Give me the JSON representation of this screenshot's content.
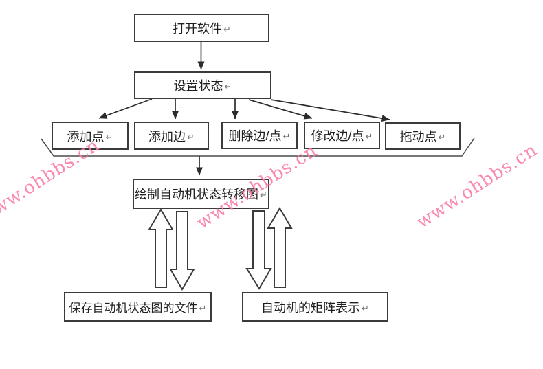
{
  "watermarks": [
    {
      "text": "www.ohbbs.cn"
    },
    {
      "text": "www.ohbbs.cn"
    },
    {
      "text": "www.ohbbs.cn"
    }
  ],
  "style": {
    "watermark_color": "#fb7da5",
    "line_color": "#2b2b2b",
    "border_color": "#3b3b3b",
    "background": "#ffffff"
  },
  "paragraph_mark": "↵",
  "nodes": {
    "open": {
      "label": "打开软件"
    },
    "setup": {
      "label": "设置状态"
    },
    "add_point": {
      "label": "添加点"
    },
    "add_edge": {
      "label": "添加边"
    },
    "delete_edge_point": {
      "label": "删除边/点"
    },
    "modify_edge_point": {
      "label": "修改边/点"
    },
    "drag_point": {
      "label": "拖动点"
    },
    "draw": {
      "label": "绘制自动机状态转移图"
    },
    "save": {
      "label": "保存自动机状态图的文件"
    },
    "matrix": {
      "label": "自动机的矩阵表示"
    }
  },
  "edges": [
    {
      "from": "open",
      "to": "setup",
      "type": "arrow"
    },
    {
      "from": "setup",
      "to": "add_point",
      "type": "arrow"
    },
    {
      "from": "setup",
      "to": "add_edge",
      "type": "arrow"
    },
    {
      "from": "setup",
      "to": "delete_edge_point",
      "type": "arrow"
    },
    {
      "from": "setup",
      "to": "modify_edge_point",
      "type": "arrow"
    },
    {
      "from": "setup",
      "to": "drag_point",
      "type": "arrow"
    },
    {
      "from": "all_edit_actions",
      "to": "draw",
      "type": "merge-arrow"
    },
    {
      "from": "draw",
      "to": "save",
      "type": "block-arrow-bidirectional"
    },
    {
      "from": "draw",
      "to": "matrix",
      "type": "block-arrow-bidirectional"
    }
  ]
}
